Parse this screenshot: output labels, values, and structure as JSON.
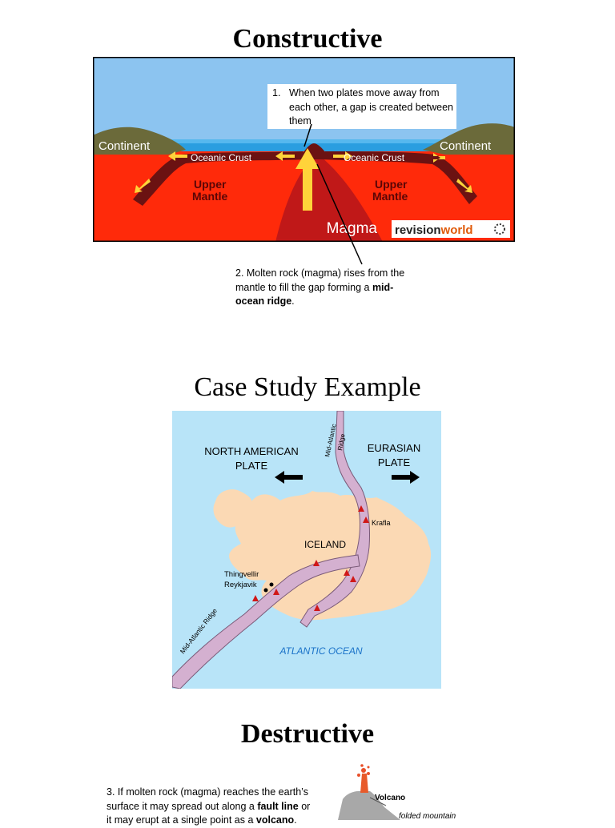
{
  "sections": {
    "constructive_title": "Constructive",
    "case_study_title": "Case Study Example",
    "destructive_title": "Destructive"
  },
  "constructive_diagram": {
    "labels": {
      "continent_left": "Continent",
      "continent_right": "Continent",
      "oceanic_crust_left": "Oceanic Crust",
      "oceanic_crust_right": "Oceanic Crust",
      "upper_mantle_left_1": "Upper",
      "upper_mantle_left_2": "Mantle",
      "upper_mantle_right_1": "Upper",
      "upper_mantle_right_2": "Mantle",
      "magma": "Magma",
      "logo_part1": "revision",
      "logo_part2": "world"
    },
    "callout_1": {
      "number": "1.",
      "text": "When two plates move away from each other, a gap is created between them"
    },
    "callout_2": {
      "text_before": "2. Molten rock (magma) rises from the mantle to fill the gap forming a ",
      "bold": "mid-ocean ridge",
      "text_after": "."
    }
  },
  "iceland_map": {
    "labels": {
      "north_american_1": "NORTH AMERICAN",
      "north_american_2": "PLATE",
      "eurasian_1": "EURASIAN",
      "eurasian_2": "PLATE",
      "mid_atlantic_top": "Mid-Atlantic",
      "ridge_top": "Ridge",
      "krafla": "Krafla",
      "iceland": "ICELAND",
      "thingvellir": "Thingvellir",
      "reykjavik": "Reykjavik",
      "mid_atlantic_ridge_sw": "Mid-Atlantic Ridge",
      "atlantic_ocean": "ATLANTIC OCEAN"
    }
  },
  "destructive": {
    "callout_3": {
      "line1": "3. If molten rock (magma) reaches the earth’s",
      "line2_before": "surface it may spread out along a ",
      "line2_bold": "fault line",
      "line2_after": " or",
      "line3_before": "it may erupt at a single point as a ",
      "line3_bold": "volcano",
      "line3_after": "."
    },
    "diagram_labels": {
      "volcano": "Volcano",
      "folded_mountain": "folded mountain"
    }
  },
  "colors": {
    "sky": "#8cc4f0",
    "ocean": "#2a9ee0",
    "mantle": "#ff2a0a",
    "magma_plume": "#c01818",
    "crust": "#6b1212",
    "continent": "#6b6a3a",
    "arrow_yellow": "#ffd33a",
    "map_sea": "#b8e4f8",
    "map_land": "#fbd9b4",
    "map_ridge": "#d4b0d0"
  }
}
